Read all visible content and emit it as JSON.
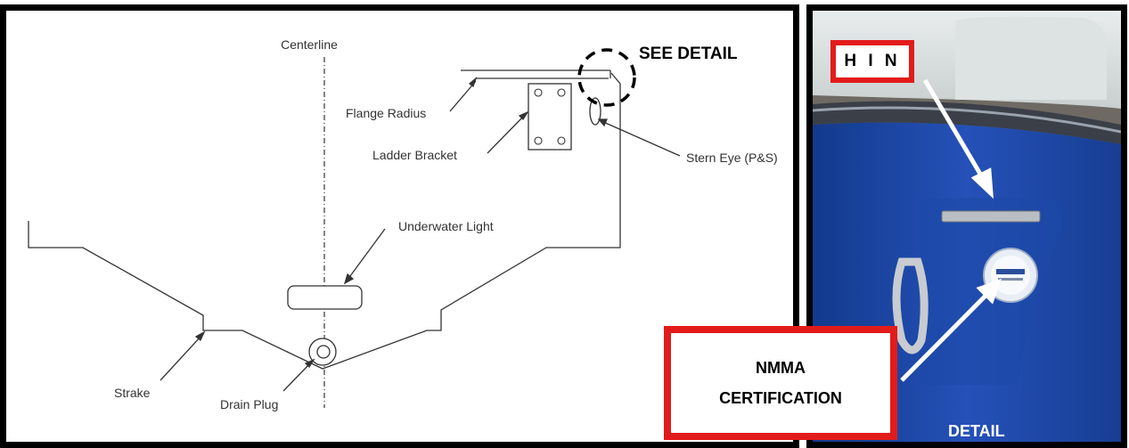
{
  "diagram": {
    "labels": {
      "centerline": "Centerline",
      "see_detail": "SEE DETAIL",
      "flange_radius": "Flange Radius",
      "ladder_bracket": "Ladder Bracket",
      "stern_eye": "Stern Eye (P&S)",
      "underwater_light": "Underwater Light",
      "strake": "Strake",
      "drain_plug": "Drain Plug"
    }
  },
  "photo": {
    "hin_label": "H I N",
    "nmma_line1": "NMMA",
    "nmma_line2": "CERTIFICATION",
    "detail_label": "DETAIL"
  },
  "colors": {
    "callout_red": "#e21b1b",
    "hull_blue": "#1f3f9e",
    "line": "#333333"
  }
}
